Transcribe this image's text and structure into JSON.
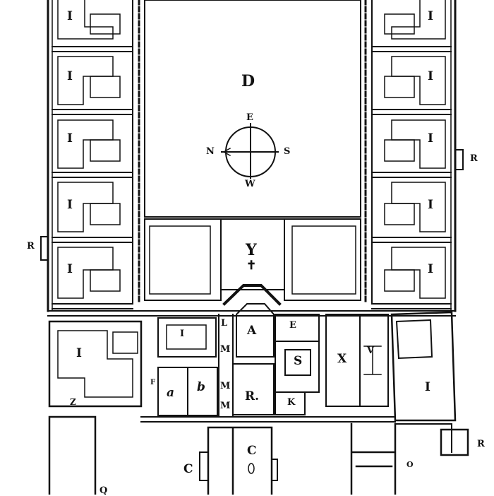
{
  "compass": {
    "north": "N",
    "south": "S",
    "east": "E",
    "west": "W"
  },
  "labels": {
    "court": "D",
    "cell": "I",
    "church": "Y",
    "cross": "✝",
    "room_A": "A",
    "room_E": "E",
    "room_S": "S",
    "room_X": "X",
    "room_V": "V",
    "room_K": "K",
    "room_R": "R.",
    "room_L": "L",
    "room_M": "M",
    "room_a": "a",
    "room_b": "b",
    "room_F": "F",
    "room_Z": "Z",
    "room_C": "C",
    "room_O": "O",
    "room_R_edge": "R",
    "room_Q": "Q"
  }
}
